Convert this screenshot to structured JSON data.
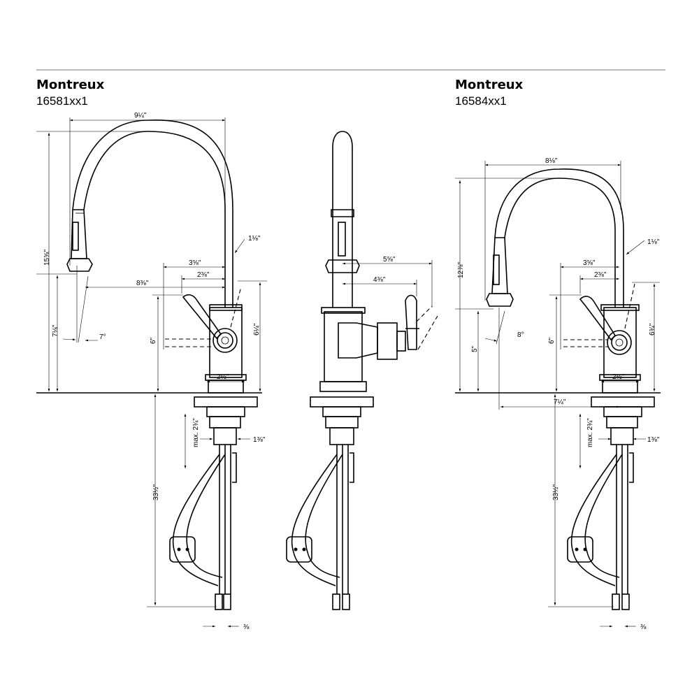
{
  "left_drawing": {
    "series": "Montreux",
    "model": "16581xx1",
    "dims": {
      "overall_reach": "9¼\"",
      "overall_height": "15⅝\"",
      "spout_dia": "1⅛\"",
      "handle_reach": "3⅝\"",
      "handle_depth": "2⅜\"",
      "spout_reach": "8⅜\"",
      "spray_height": "7⅛\"",
      "spray_angle": "7°",
      "handle_height": "6\"",
      "lever_height": "6¼\"",
      "base_dia": "2½\"",
      "deck_max": "max. 2¾\"",
      "shank_dia": "1⅜\"",
      "hose_length": "33½\"",
      "connection": "⅜"
    }
  },
  "middle_drawing": {
    "dims": {
      "lever_reach": "5⅝\"",
      "handle_offset": "4⅜\""
    }
  },
  "right_drawing": {
    "series": "Montreux",
    "model": "16584xx1",
    "dims": {
      "overall_reach": "8⅛\"",
      "overall_height": "12⅞\"",
      "spout_dia": "1⅛\"",
      "handle_reach": "3⅝\"",
      "handle_depth": "2⅜\"",
      "spray_angle": "8°",
      "spray_height": "5\"",
      "handle_height": "6\"",
      "lever_height": "6¾\"",
      "base_dia": "2½\"",
      "spout_reach": "7¼\"",
      "deck_max": "max. 2¾\"",
      "shank_dia": "1⅜\"",
      "hose_length": "33½\"",
      "connection": "⅜"
    }
  }
}
